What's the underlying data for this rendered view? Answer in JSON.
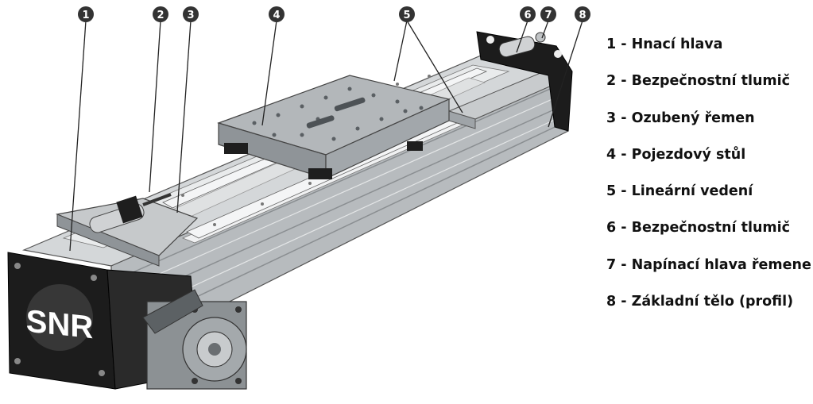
{
  "logo_text": "SNR",
  "callouts": [
    "1",
    "2",
    "3",
    "4",
    "5",
    "6",
    "7",
    "8"
  ],
  "legend": [
    {
      "number": "1",
      "label": "1 - Hnací hlava"
    },
    {
      "number": "2",
      "label": "2 - Bezpečnostní tlumič"
    },
    {
      "number": "3",
      "label": "3 - Ozubený řemen"
    },
    {
      "number": "4",
      "label": "4 - Pojezdový stůl"
    },
    {
      "number": "5",
      "label": "5 - Lineární vedení"
    },
    {
      "number": "6",
      "label": "6 - Bezpečnostní tlumič"
    },
    {
      "number": "7",
      "label": "7 - Napínací hlava řemene"
    },
    {
      "number": "8",
      "label": "8 - Základní tělo (profil)"
    }
  ],
  "colors": {
    "profile": "#bcc0c3",
    "profile_dark": "#8e9396",
    "carriage": "#9fa4a8",
    "end_block": "#1c1c1c",
    "callout_fill": "#333333"
  }
}
